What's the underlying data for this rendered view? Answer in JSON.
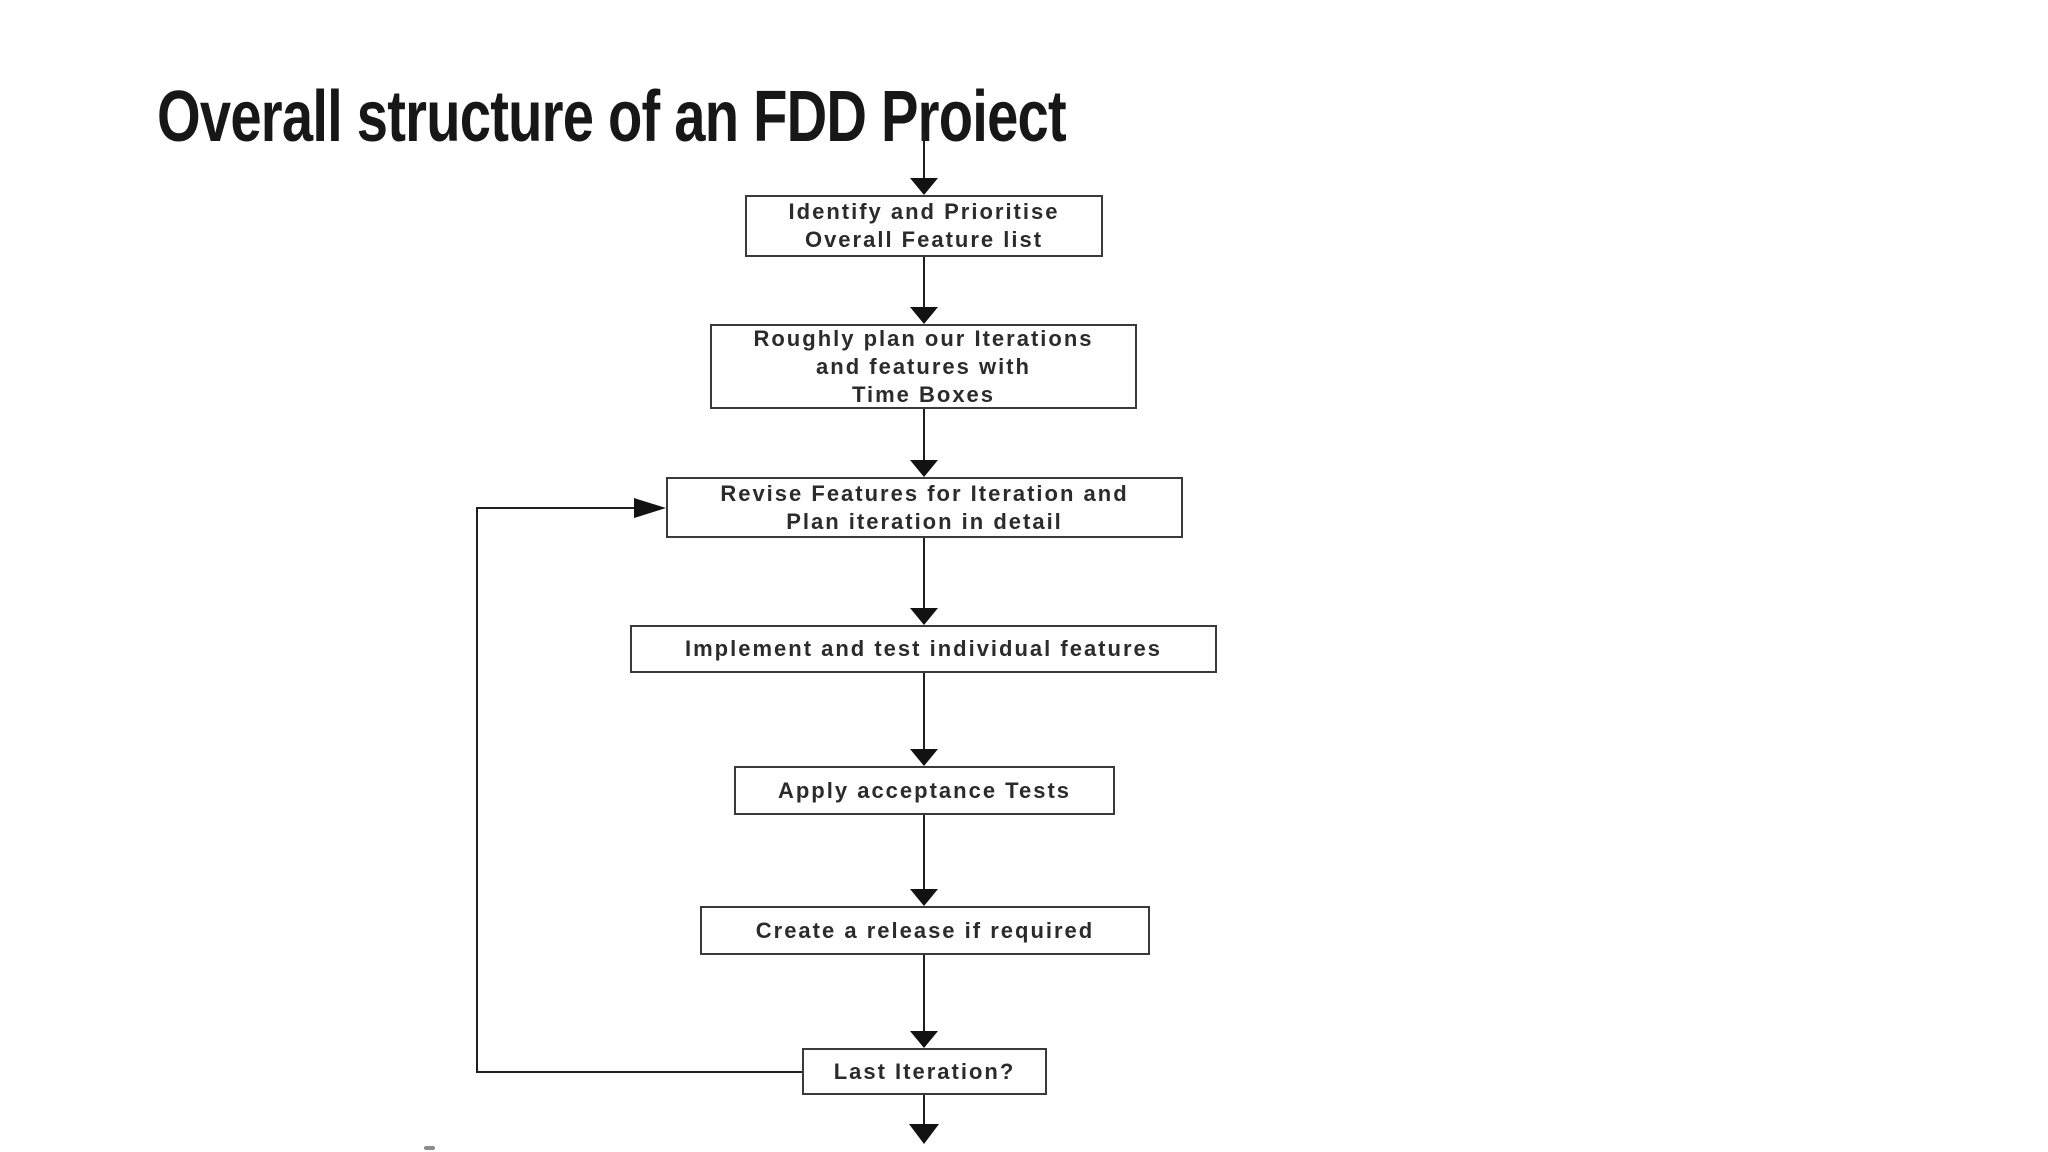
{
  "title": {
    "text": "Overall structure of an FDD Proiect"
  },
  "flowchart": {
    "nodes": [
      {
        "id": "identify-prioritise",
        "lines": [
          "Identify and Prioritise",
          "Overall Feature list"
        ]
      },
      {
        "id": "rough-plan",
        "lines": [
          "Roughly plan our Iterations",
          "and features with",
          "Time Boxes"
        ]
      },
      {
        "id": "revise-features",
        "lines": [
          "Revise Features for Iteration and",
          "Plan iteration in detail"
        ]
      },
      {
        "id": "implement-test",
        "lines": [
          "Implement and test individual features"
        ]
      },
      {
        "id": "acceptance-tests",
        "lines": [
          "Apply acceptance Tests"
        ]
      },
      {
        "id": "create-release",
        "lines": [
          "Create a release if required"
        ]
      },
      {
        "id": "last-iteration",
        "lines": [
          "Last Iteration?"
        ]
      }
    ],
    "connectors": {
      "flow_arrow_icon": "arrow-down-icon",
      "loop_arrow_icon": "arrow-right-icon",
      "loop_from": "last-iteration",
      "loop_to": "revise-features"
    },
    "colors": {
      "background": "#ffffff",
      "line": "#1f1f1f",
      "box_border": "#3a3a3a",
      "box_text": "#2b2b2b",
      "title_text": "#171717"
    }
  }
}
